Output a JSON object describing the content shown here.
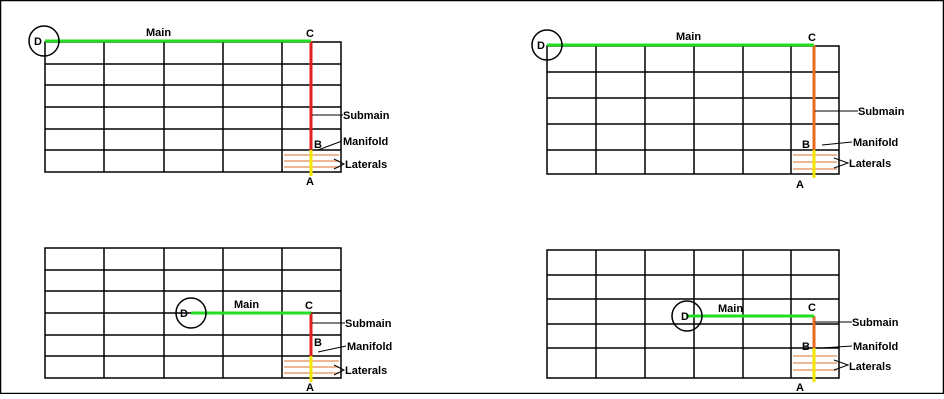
{
  "colors": {
    "grid": "#000000",
    "main": "#22dd22",
    "submain": "#e02020",
    "manifold": "#f2e600",
    "laterals": "#e8a070"
  },
  "labels": {
    "main": "Main",
    "submain": "Submain",
    "manifold": "Manifold",
    "laterals": "Laterals",
    "point_a": "A",
    "point_b": "B",
    "point_c": "C",
    "point_d": "D"
  },
  "panels": [
    {
      "id": "top-left"
    },
    {
      "id": "top-right"
    },
    {
      "id": "bottom-left"
    },
    {
      "id": "bottom-right"
    }
  ]
}
